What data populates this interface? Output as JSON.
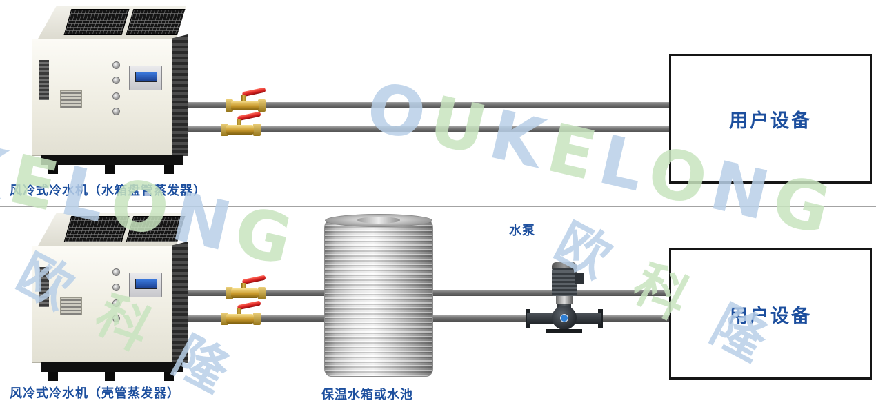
{
  "watermark": {
    "en": "OUKELONG",
    "cn": "欧科隆",
    "blue": "#b9d0e8",
    "green": "#c8e4bf"
  },
  "colors": {
    "label_blue": "#1d4f9e",
    "pipe": "#6e6e6e",
    "valve_red": "#d61f1f",
    "brass": "#c9992b"
  },
  "sections": {
    "top": {
      "chiller_label": "风冷式冷水机（水箱盘管蒸发器）",
      "device_label": "用户设备"
    },
    "bottom": {
      "chiller_label": "风冷式冷水机（壳管蒸发器）",
      "tank_label": "保温水箱或水池",
      "pump_label": "水泵",
      "device_label": "用户设备"
    }
  }
}
